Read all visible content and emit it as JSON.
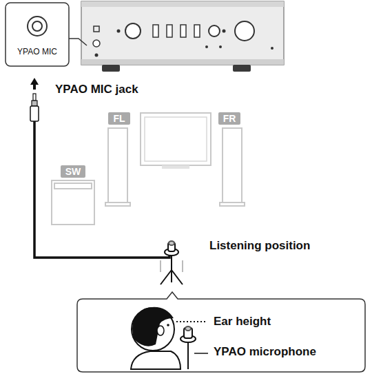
{
  "diagram": {
    "nodes": [
      {
        "text": [
          "YPAO MIC"
        ]
      },
      {
        "text": [
          "FL"
        ]
      },
      {
        "text": [
          "FR"
        ]
      },
      {
        "text": [
          "SW"
        ]
      },
      {
        "text": [
          "Ear height",
          "YPAO microphone"
        ]
      }
    ],
    "labels": [
      "YPAO MIC jack",
      "Listening position"
    ]
  }
}
